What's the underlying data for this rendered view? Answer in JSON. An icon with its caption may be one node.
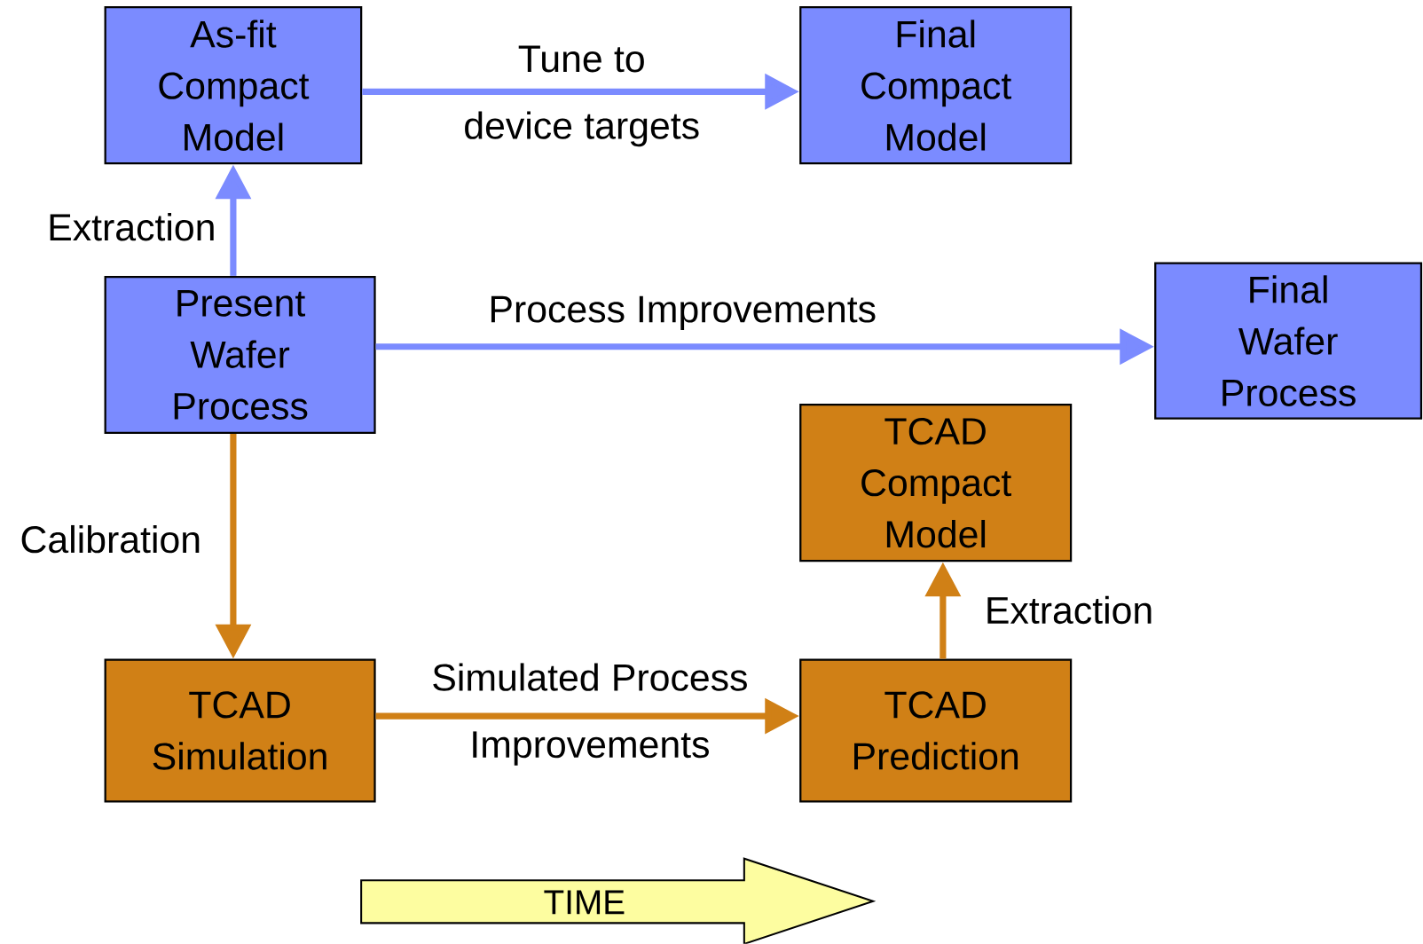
{
  "diagram": {
    "nodes": [
      {
        "text": [
          "As-fit Compact Model"
        ]
      },
      {
        "text": [
          "Final Compact Model"
        ]
      },
      {
        "text": [
          "Present Wafer Process"
        ]
      },
      {
        "text": [
          "Final Wafer Process"
        ]
      },
      {
        "text": [
          "TCAD Compact Model"
        ]
      },
      {
        "text": [
          "TCAD Simulation"
        ]
      },
      {
        "text": [
          "TCAD Prediction"
        ]
      },
      {
        "text": [
          "TIME"
        ]
      }
    ],
    "edges": [
      {
        "from": 2,
        "to": 0,
        "arrow": "to",
        "label": "Extraction"
      },
      {
        "from": 0,
        "to": 1,
        "arrow": "to",
        "label": "Tune to device targets"
      },
      {
        "from": 2,
        "to": 3,
        "arrow": "to",
        "label": "Process Improvements"
      },
      {
        "from": 2,
        "to": 5,
        "arrow": "to",
        "label": "Calibration",
        "color": "#d08016"
      },
      {
        "from": 5,
        "to": 6,
        "arrow": "to",
        "label": "Simulated Process Improvements",
        "color": "#d08016"
      },
      {
        "from": 6,
        "to": 4,
        "arrow": "to",
        "label": "Extraction",
        "color": "#d08016"
      }
    ]
  }
}
